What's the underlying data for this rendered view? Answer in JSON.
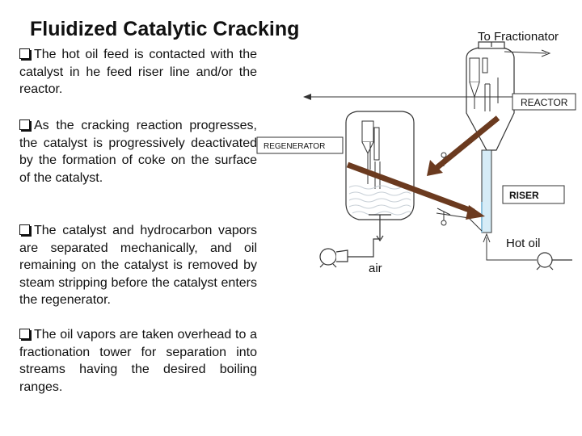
{
  "slide": {
    "title": "Fluidized Catalytic Cracking"
  },
  "paragraphs": [
    {
      "text": "The hot oil feed is contacted with the catalyst in he feed riser line and/or the reactor."
    },
    {
      "text": "As the cracking reaction progresses, the catalyst is progressively deactivated by the formation of coke on the surface of the catalyst."
    },
    {
      "text": "The catalyst and hydrocarbon vapors are separated mechanically, and oil remaining on the catalyst is removed by steam stripping before the catalyst enters the regenerator."
    },
    {
      "text": "The oil vapors are taken overhead to a fractionation tower for separation into streams having the desired boiling ranges."
    }
  ],
  "diagram": {
    "labels": {
      "to_fractionator": "To Fractionator",
      "reactor": "REACTOR",
      "regenerator": "REGENERATOR",
      "riser": "RISER",
      "hot_oil": "Hot oil",
      "air": "air"
    },
    "colors": {
      "arrow_brown": "#6b3a1f",
      "riser_fill": "#d6ecf7",
      "line": "#333333"
    }
  }
}
